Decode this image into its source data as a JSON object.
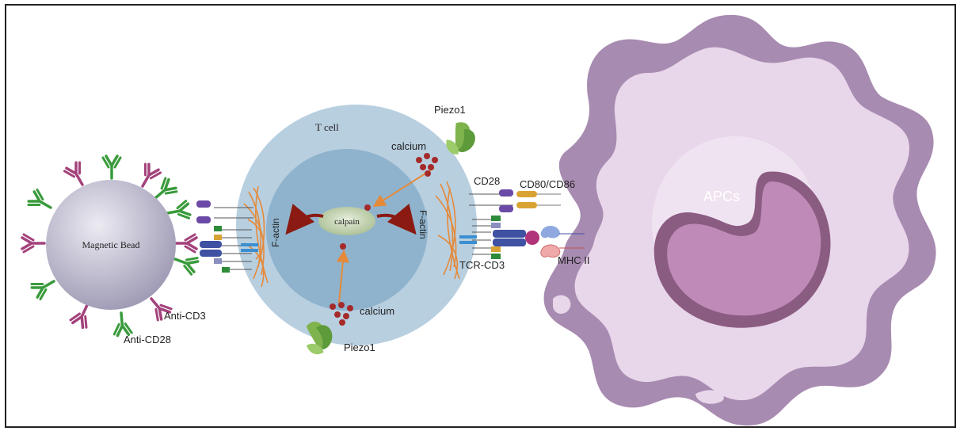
{
  "labels": {
    "magnetic_bead": "Magnetic Bead",
    "anti_cd3": "Anti-CD3",
    "anti_cd28": "Anti-CD28",
    "t_cell": "T cell",
    "calpain": "calpain",
    "f_actin_left": "F-actin",
    "f_actin_right": "F-actin",
    "calcium_top": "calcium",
    "calcium_bottom": "calcium",
    "piezo1_top": "Piezo1",
    "piezo1_bottom": "Piezo1",
    "cd28": "CD28",
    "cd80_cd86": "CD80/CD86",
    "tcr_cd3": "TCR-CD3",
    "mhc_ii": "MHC II",
    "apcs": "APCs"
  },
  "colors": {
    "bead": "#b9b6cc",
    "t_cell_outer": "#b8cfe0",
    "t_cell_inner": "#8fb3cd",
    "calpain": "#c9d8b6",
    "apc_outer": "#a88bb1",
    "apc_inner": "#e8d6ea",
    "nucleus": "#9e6b96",
    "antibody_green": "#3a9b3c",
    "antibody_magenta": "#a3427b",
    "calcium": "#a52a2a",
    "f_actin": "#e58a3a",
    "arrow_dark_red": "#8b1a12",
    "receptor_blue": "#3f51a3",
    "receptor_purple": "#6a4aa6",
    "ligand_orange": "#d9a334"
  }
}
